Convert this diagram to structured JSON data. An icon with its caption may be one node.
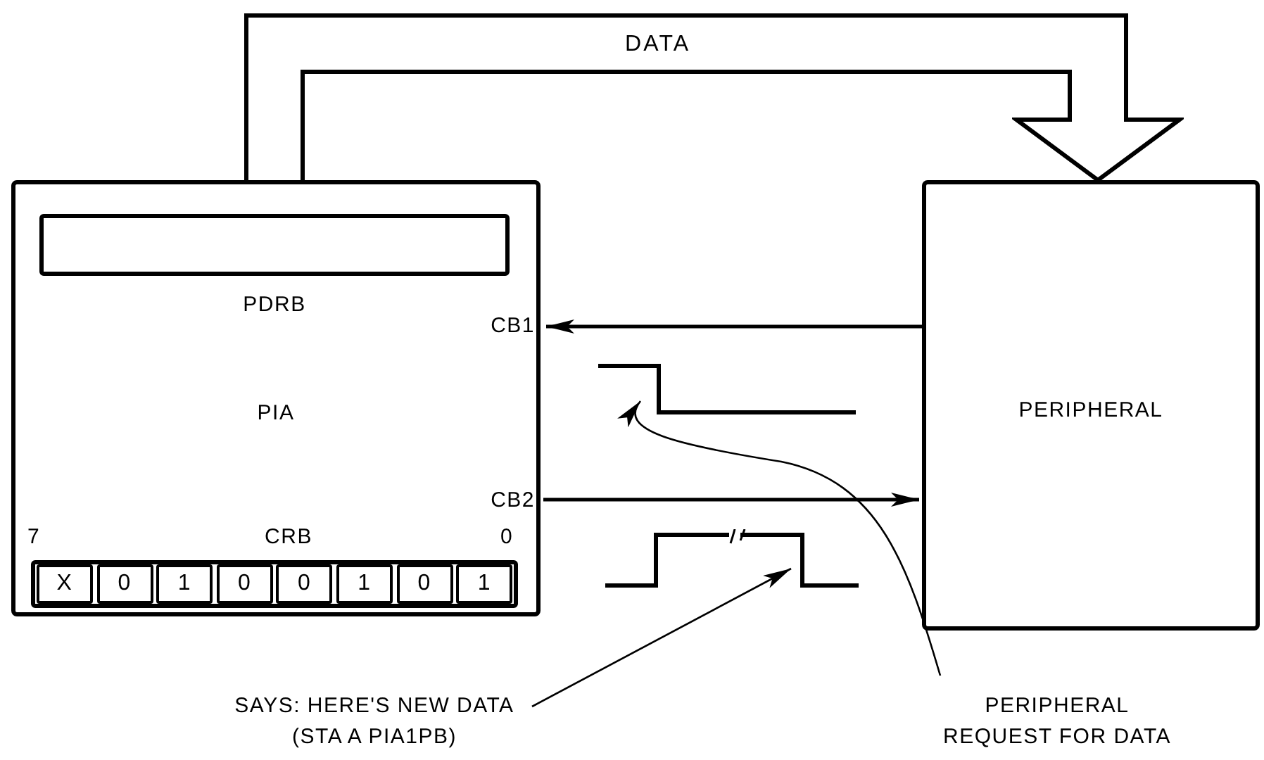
{
  "diagram": {
    "nodes": [
      {
        "text": [
          "PIA"
        ]
      },
      {
        "text": [],
        "shape": "box",
        "in": 0,
        "beside": [
          "PDRB"
        ]
      },
      {
        "text": [],
        "shape": "box",
        "in": 0,
        "beside": [
          "7",
          "CRB",
          "0"
        ]
      },
      {
        "text": [
          "X"
        ],
        "in": 2
      },
      {
        "text": [
          "0"
        ],
        "in": 2
      },
      {
        "text": [
          "1"
        ],
        "in": 2
      },
      {
        "text": [
          "0"
        ],
        "in": 2
      },
      {
        "text": [
          "0"
        ],
        "in": 2
      },
      {
        "text": [
          "1"
        ],
        "in": 2
      },
      {
        "text": [
          "0"
        ],
        "in": 2
      },
      {
        "text": [
          "1"
        ],
        "in": 2
      },
      {
        "text": [
          "PERIPHERAL"
        ]
      },
      {
        "text": [],
        "shape": "picture"
      },
      {
        "text": [],
        "shape": "picture"
      },
      {
        "text": [
          "SAYS: HERE'S NEW DATA (STA A PIA1PB)"
        ]
      },
      {
        "text": [
          "PERIPHERAL REQUEST FOR DATA"
        ]
      }
    ],
    "edges": [
      {
        "from": 0,
        "to": 11,
        "arrow": "to",
        "label": "DATA",
        "style": "thick"
      },
      {
        "from": 11,
        "to": 0,
        "arrow": "to"
      },
      {
        "from": 0,
        "to": 11,
        "arrow": "to"
      },
      {
        "from": 15,
        "to": 12,
        "arrow": "to"
      },
      {
        "from": 14,
        "to": 13,
        "arrow": "to"
      }
    ],
    "labels": [
      "CB1",
      "CB2"
    ]
  }
}
